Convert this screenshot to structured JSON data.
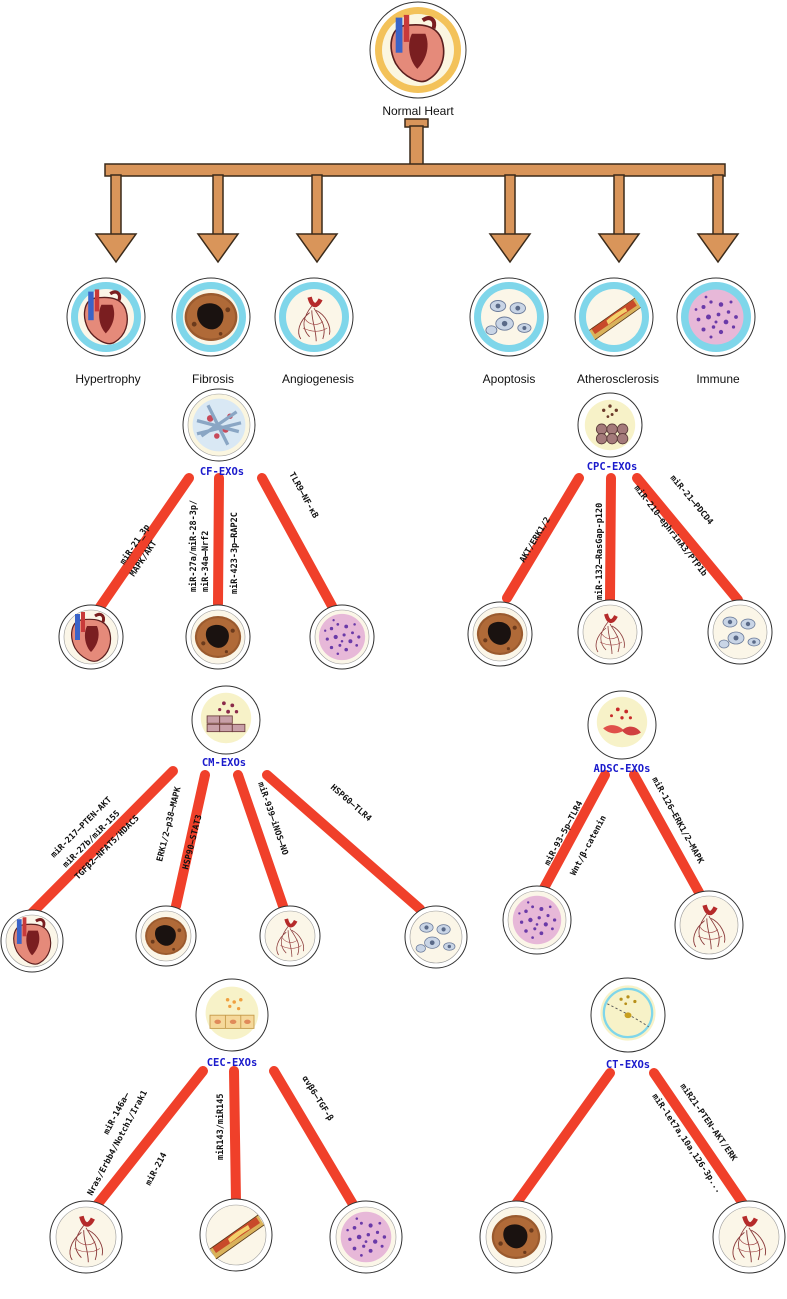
{
  "root": {
    "label": "Normal Heart"
  },
  "categories": [
    {
      "key": "hypertrophy",
      "label": "Hypertrophy"
    },
    {
      "key": "fibrosis",
      "label": "Fibrosis"
    },
    {
      "key": "angiogenesis",
      "label": "Angiogenesis"
    },
    {
      "key": "apoptosis",
      "label": "Apoptosis"
    },
    {
      "key": "atherosclerosis",
      "label": "Atherosclerosis"
    },
    {
      "key": "immune",
      "label": "Immune"
    }
  ],
  "exo_sources": {
    "cf": "CF-EXOs",
    "cpc": "CPC-EXOs",
    "cm": "CM-EXOs",
    "adsc": "ADSC-EXOs",
    "cec": "CEC-EXOs",
    "ct": "CT-EXOs"
  },
  "pathways": {
    "cf_1a": "miR-21_3p",
    "cf_1b": "MAPK/AKT",
    "cf_2a": "miR-27a/miR-28-3p/",
    "cf_2b": "miR-34a—Nrf2",
    "cf_2c": "miR-423-3p—RAP2C",
    "cf_3": "TLR9—NF-κB",
    "cpc_1": "AKT/ERK1/2",
    "cpc_2": "miR-132—RasGap-p120",
    "cpc_3a": "miR-21—PDCD4",
    "cpc_3b": "miR-210—ephrinA3/PTP1b",
    "cm_1a": "miR-217—PTEN-AKT",
    "cm_1b": "miR-27b/miR-155",
    "cm_1c": "TGFβ2—NFAT5/HDAC5",
    "cm_2a": "ERK1/2—p38—MAPK",
    "cm_2b": "HSP90—STAT3",
    "cm_3": "miR-939—iNOS—NO",
    "cm_4": "HSP60—TLR4",
    "adsc_1a": "miR-93-5p—TLR4",
    "adsc_1b": "Wnt/β-catenin",
    "adsc_2": "miR-126—ERK1/2—MAPK",
    "cec_1a": "miR-146a—",
    "cec_1b": "Nras/Erbb4/Notch1/Irak1",
    "cec_1c": "miR-214",
    "cec_2": "miR143/miR145",
    "cec_3": "αvβ6—TGF-β",
    "ct_1a": "miR21-PTEN-AKT/ERK",
    "ct_1b": "miR-let7a,10a,126-3p..."
  },
  "colors": {
    "arrow_fill": "#d9955a",
    "arrow_stroke": "#3a2a1a",
    "connector": "#f0402a",
    "category_ring": "#7fd6ea",
    "root_ring": "#f3c25a",
    "exo_text": "#1a1acc"
  }
}
